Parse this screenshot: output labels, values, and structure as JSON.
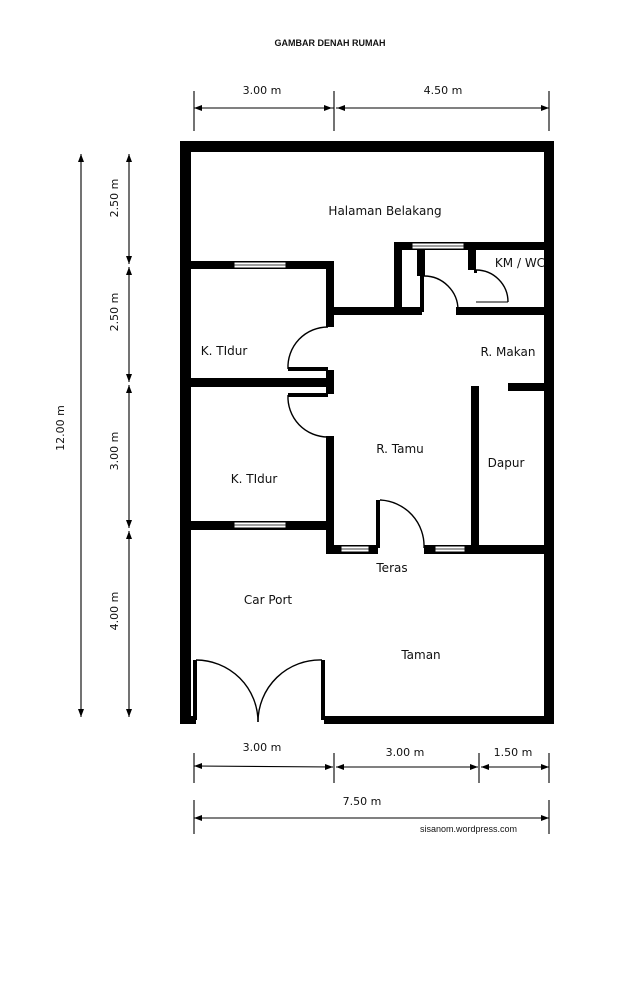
{
  "title": "GAMBAR DENAH RUMAH",
  "rooms": {
    "halaman_belakang": "Halaman Belakang",
    "km_wc": "KM / WC",
    "k_tidur_1": "K. TIdur",
    "r_makan": "R. Makan",
    "r_tamu": "R. Tamu",
    "dapur": "Dapur",
    "k_tidur_2": "K. TIdur",
    "teras": "Teras",
    "car_port": "Car Port",
    "taman": "Taman"
  },
  "dimensions": {
    "top_left": "3.00 m",
    "top_right": "4.50 m",
    "left_total": "12.00 m",
    "left_1": "2.50 m",
    "left_2": "2.50 m",
    "left_3": "3.00 m",
    "left_4": "4.00 m",
    "bottom_1": "3.00 m",
    "bottom_2": "3.00 m",
    "bottom_3": "1.50  m",
    "bottom_total": "7.50 m"
  },
  "source": "sisanom.wordpress.com"
}
